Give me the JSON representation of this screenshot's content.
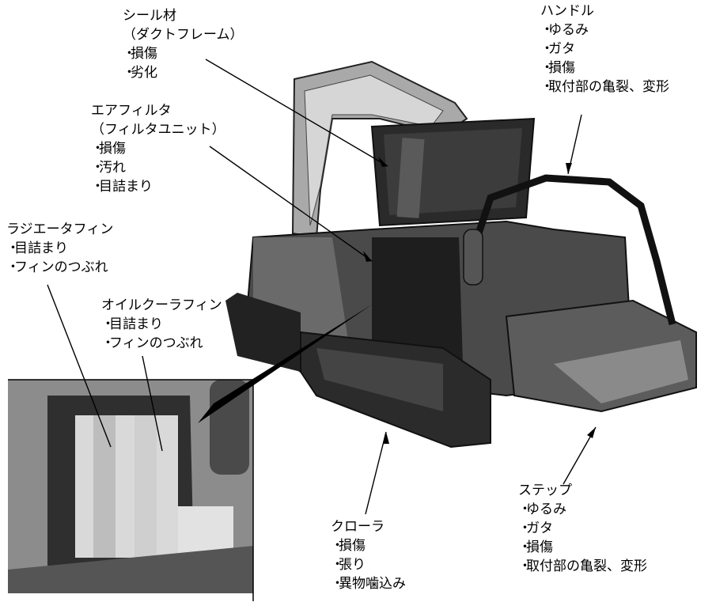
{
  "labels": {
    "seal": {
      "title": "シール材",
      "sub": "（ダクトフレーム）",
      "items": [
        "損傷",
        "劣化"
      ]
    },
    "air_filter": {
      "title": "エアフィルタ",
      "sub": "（フィルタユニット）",
      "items": [
        "損傷",
        "汚れ",
        "目詰まり"
      ]
    },
    "radiator_fin": {
      "title": "ラジエータフィン",
      "items": [
        "目詰まり",
        "フィンのつぶれ"
      ]
    },
    "oil_cooler_fin": {
      "title": "オイルクーラフィン",
      "items": [
        "目詰まり",
        "フィンのつぶれ"
      ]
    },
    "handle": {
      "title": "ハンドル",
      "items": [
        "ゆるみ",
        "ガタ",
        "損傷",
        "取付部の亀裂、変形"
      ]
    },
    "crawler": {
      "title": "クローラ",
      "items": [
        "損傷",
        "張り",
        "異物噛込み"
      ]
    },
    "step": {
      "title": "ステップ",
      "items": [
        "ゆるみ",
        "ガタ",
        "損傷",
        "取付部の亀裂、変形"
      ]
    }
  },
  "bullet": "・"
}
